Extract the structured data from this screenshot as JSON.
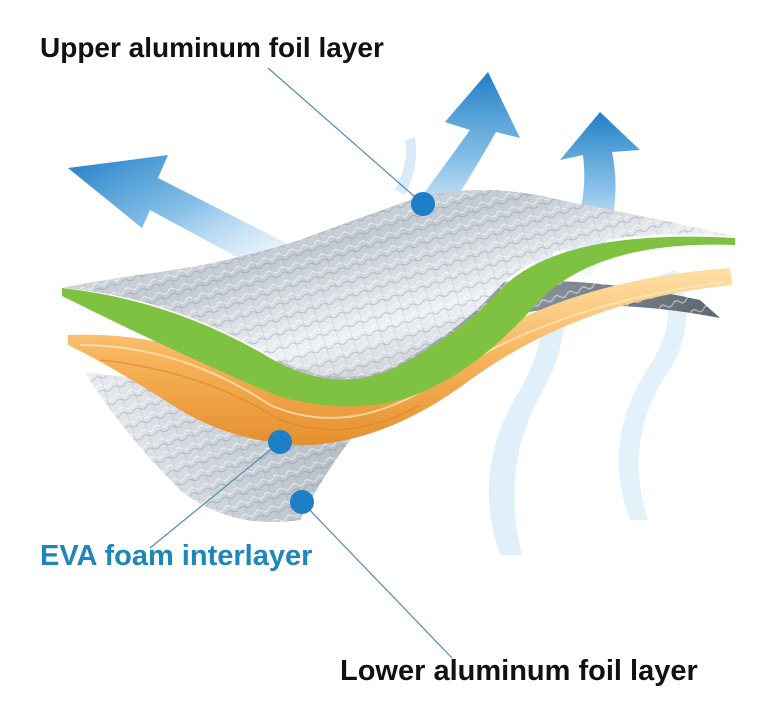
{
  "labels": {
    "upper": "Upper aluminum foil layer",
    "eva": "EVA foam interlayer",
    "lower": "Lower aluminum foil layer"
  },
  "colors": {
    "foil_light": "#e8ecf1",
    "foil_dark": "#8c959f",
    "green_edge": "#7fc241",
    "foam_orange": "#f2a64a",
    "foam_light": "#ffd79a",
    "arrow_blue": "#2a86c9",
    "marker_blue": "#1c7fc7",
    "eva_text": "#1f86b8"
  },
  "icons": [
    "heat-arrow-icon",
    "callout-marker-icon"
  ]
}
